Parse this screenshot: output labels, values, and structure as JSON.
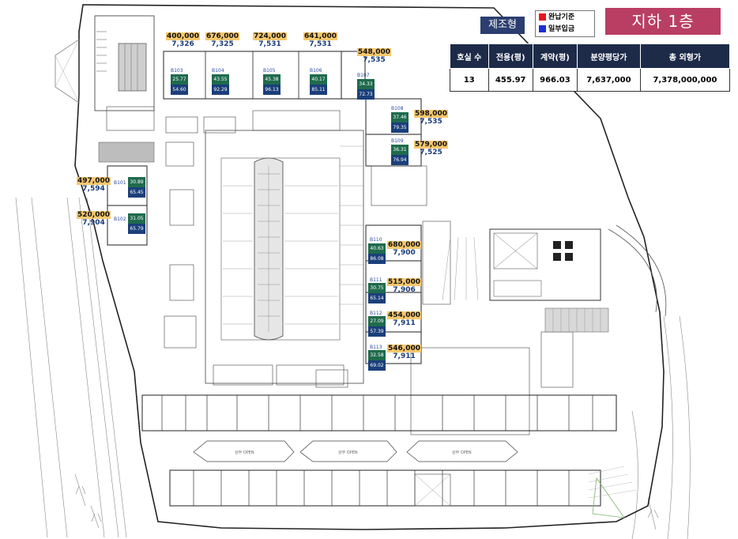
{
  "header": {
    "type_label": "제조형",
    "floor_label": "지하 1층",
    "legend": [
      {
        "label": "완납기준",
        "color": "#e8141c"
      },
      {
        "label": "일부입금",
        "color": "#1c2fd6"
      }
    ]
  },
  "summary": {
    "columns": [
      "호실 수",
      "전용(평)",
      "계약(평)",
      "분양평당가",
      "총 외형가"
    ],
    "values": [
      "13",
      "455.97",
      "966.03",
      "7,637,000",
      "7,378,000,000"
    ]
  },
  "units": [
    {
      "id": "B101",
      "area1": "30.89",
      "area2": "65.45",
      "price": "497,000",
      "price2": "7,594"
    },
    {
      "id": "B102",
      "area1": "31.05",
      "area2": "65.79",
      "price": "520,000",
      "price2": "7,904"
    },
    {
      "id": "B103",
      "area1": "25.77",
      "area2": "54.60",
      "price": "400,000",
      "price2": "7,326"
    },
    {
      "id": "B104",
      "area1": "43.55",
      "area2": "92.29",
      "price": "676,000",
      "price2": "7,325"
    },
    {
      "id": "B105",
      "area1": "45.38",
      "area2": "96.13",
      "price": "724,000",
      "price2": "7,531"
    },
    {
      "id": "B106",
      "area1": "40.17",
      "area2": "85.11",
      "price": "641,000",
      "price2": "7,531"
    },
    {
      "id": "B107",
      "area1": "34.33",
      "area2": "72.73",
      "price": "548,000",
      "price2": "7,535"
    },
    {
      "id": "B108",
      "area1": "37.46",
      "area2": "79.35",
      "price": "598,000",
      "price2": "7,535"
    },
    {
      "id": "B109",
      "area1": "36.31",
      "area2": "76.94",
      "price": "579,000",
      "price2": "7,525"
    },
    {
      "id": "B110",
      "area1": "40.63",
      "area2": "86.08",
      "price": "680,000",
      "price2": "7,900"
    },
    {
      "id": "B111",
      "area1": "30.75",
      "area2": "65.14",
      "price": "515,000",
      "price2": "7,906"
    },
    {
      "id": "B112",
      "area1": "27.09",
      "area2": "57.39",
      "price": "454,000",
      "price2": "7,911"
    },
    {
      "id": "B113",
      "area1": "32.58",
      "area2": "69.02",
      "price": "546,000",
      "price2": "7,911"
    }
  ],
  "open_label": "상부 OPEN"
}
